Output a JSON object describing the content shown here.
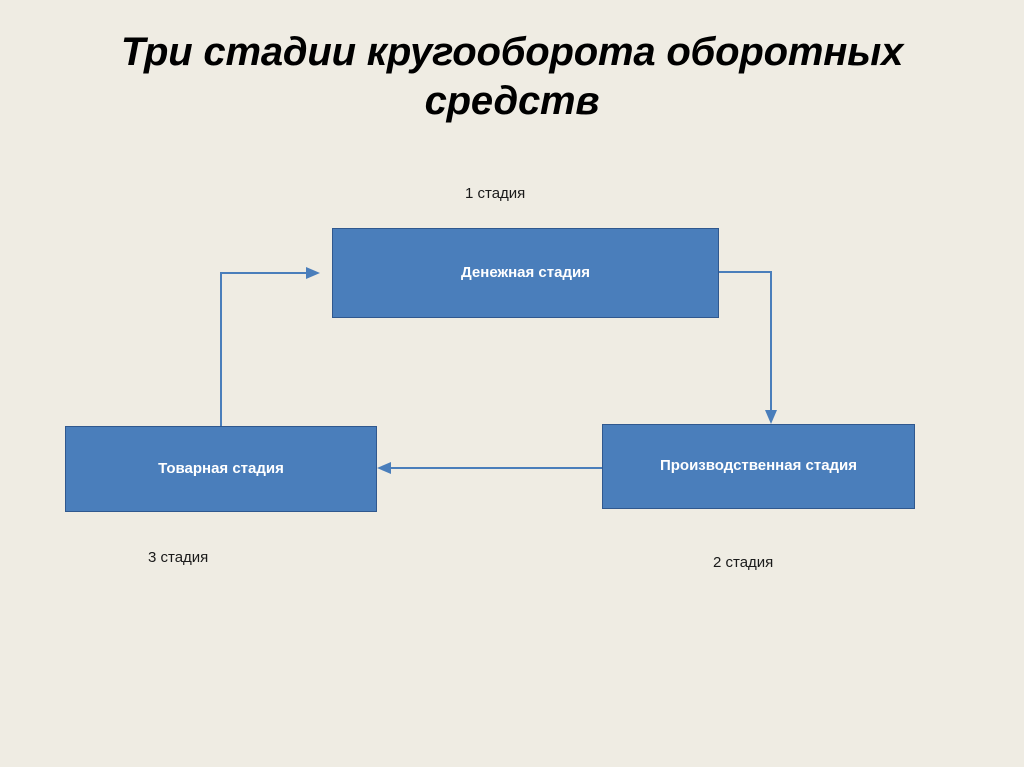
{
  "slide": {
    "background_color": "#efece3",
    "title": "Три стадии кругооборота оборотных средств"
  },
  "diagram": {
    "box_fill_color": "#4a7ebb",
    "box_border_color": "#30588e",
    "arrow_color": "#4a7ebb",
    "boxes": [
      {
        "id": "money",
        "label": "Денежная стадия"
      },
      {
        "id": "production",
        "label": "Производственная стадия"
      },
      {
        "id": "goods",
        "label": "Товарная стадия"
      }
    ],
    "captions": [
      {
        "id": "stage-1",
        "text": "1 стадия"
      },
      {
        "id": "stage-2",
        "text": "2 стадия"
      },
      {
        "id": "stage-3",
        "text": "3 стадия"
      }
    ]
  }
}
